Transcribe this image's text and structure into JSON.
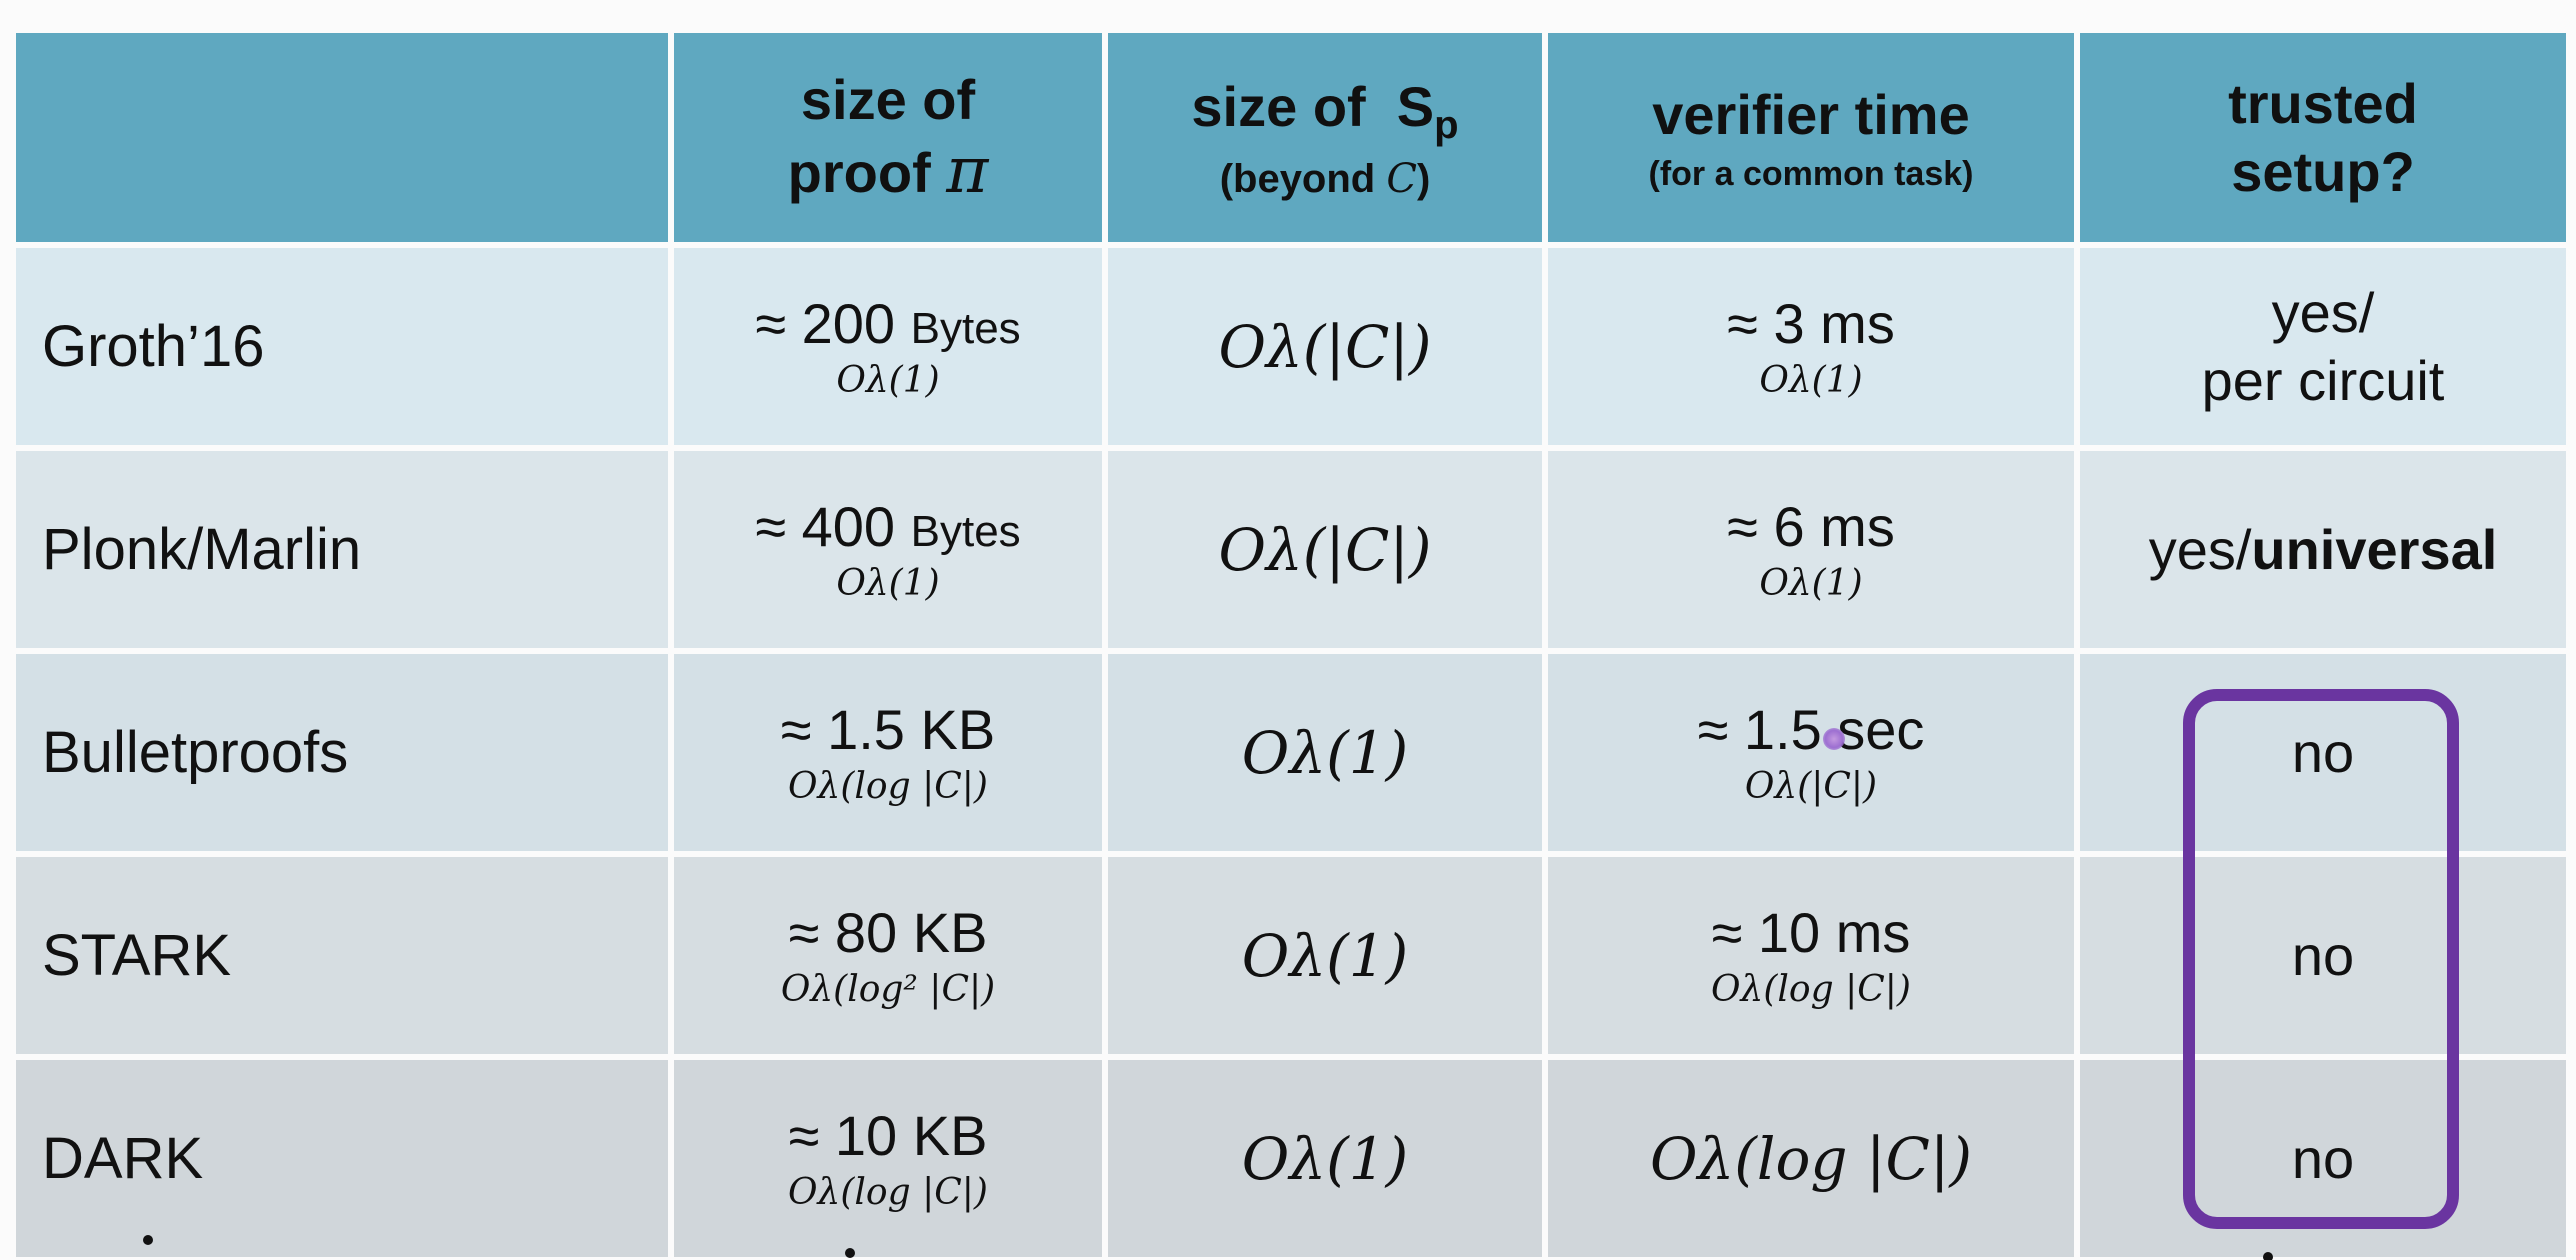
{
  "header": {
    "col1": "",
    "col2_line1": "size of",
    "col2_line2": "proof",
    "col2_symbol": "π",
    "col3_line1": "size of  S",
    "col3_subscript": "p",
    "col3_line2_prefix": "(beyond",
    "col3_symbol": "C",
    "col3_line2_suffix": ")",
    "col4_line1": "verifier time",
    "col4_line2": "(for a common task)",
    "col5_line1": "trusted",
    "col5_line2": "setup?"
  },
  "rows": [
    {
      "scheme": "Groth’16",
      "proof_size_main": "≈ 200",
      "proof_size_unit": "Bytes",
      "proof_size_asym": "Oλ(1)",
      "sp_size": "Oλ(|C|)",
      "verifier_main": "≈ 3 ms",
      "verifier_asym": "Oλ(1)",
      "trusted_line1": "yes/",
      "trusted_line2": "per circuit"
    },
    {
      "scheme": "Plonk/Marlin",
      "proof_size_main": "≈ 400",
      "proof_size_unit": "Bytes",
      "proof_size_asym": "Oλ(1)",
      "sp_size": "Oλ(|C|)",
      "verifier_main": "≈ 6 ms",
      "verifier_asym": "Oλ(1)",
      "trusted_prefix": "yes/",
      "trusted_bold": "universal"
    },
    {
      "scheme": "Bulletproofs",
      "proof_size_main": "≈ 1.5 KB",
      "proof_size_asym": "Oλ(log |C|)",
      "sp_size": "Oλ(1)",
      "verifier_main": "≈ 1.5 sec",
      "verifier_asym": "Oλ(|C|)",
      "trusted": "no"
    },
    {
      "scheme": "STARK",
      "proof_size_main": "≈ 80 KB",
      "proof_size_asym": "Oλ(log² |C|)",
      "sp_size": "Oλ(1)",
      "verifier_main": "≈ 10 ms",
      "verifier_asym": "Oλ(log |C|)",
      "trusted": "no"
    },
    {
      "scheme": "DARK",
      "proof_size_main": "≈ 10 KB",
      "proof_size_asym": "Oλ(log |C|)",
      "sp_size": "Oλ(1)",
      "verifier_big": "Oλ(log |C|)",
      "trusted": "no"
    }
  ],
  "colors": {
    "header_bg": "#5fa8c0",
    "highlight_box": "#6a35a0"
  }
}
